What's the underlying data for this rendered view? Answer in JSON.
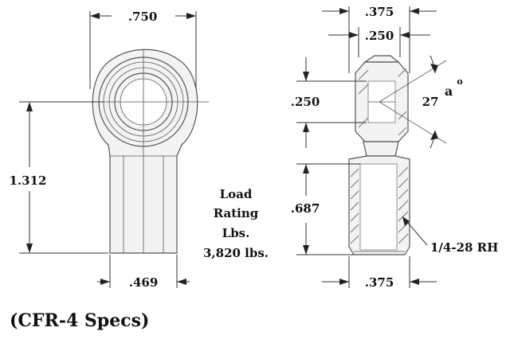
{
  "dimensions": {
    "housing_width": ".750",
    "overall_length": "1.312",
    "shank_width": ".469",
    "side_width": ".375",
    "ball_width": ".250",
    "bore": ".250",
    "misalignment_angle": "27",
    "misalignment_unit": "a",
    "degree_symbol": "o",
    "thread_length": ".687",
    "thread_spec": "1/4-28 RH",
    "base_width": ".375"
  },
  "load_rating": {
    "line1": "Load",
    "line2": "Rating",
    "line3": "Lbs.",
    "value": "3,820 lbs."
  },
  "caption": "(CFR-4 Specs)"
}
